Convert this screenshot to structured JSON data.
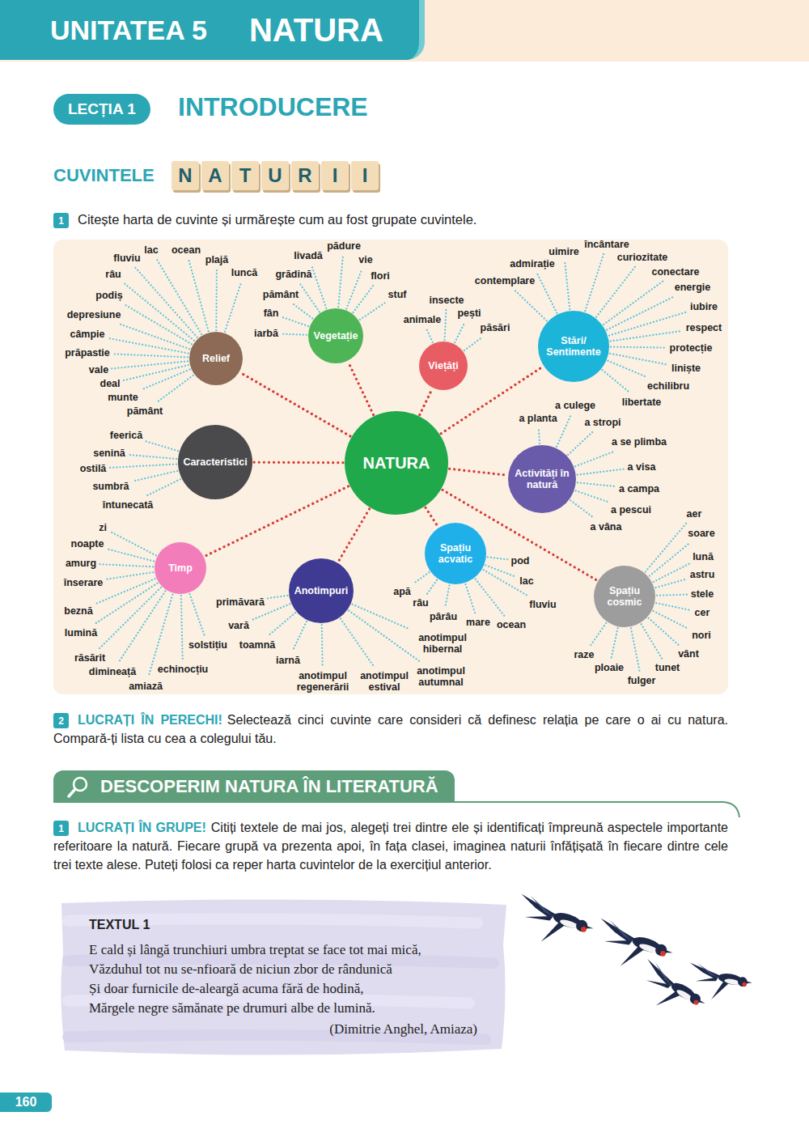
{
  "diagram": {
    "nodes": [
      {
        "text": [
          "UNITATEA 5",
          "NATURA"
        ]
      },
      {
        "text": [
          "LECȚIA 1"
        ]
      },
      {
        "text": [
          "N"
        ]
      },
      {
        "text": [
          "A"
        ]
      },
      {
        "text": [
          "T"
        ]
      },
      {
        "text": [
          "U"
        ]
      },
      {
        "text": [
          "R"
        ]
      },
      {
        "text": [
          "I"
        ]
      },
      {
        "text": [
          "I"
        ]
      },
      {
        "text": [
          "1"
        ]
      },
      {
        "text": [
          "Relief"
        ]
      },
      {
        "text": [
          "Vegetație"
        ]
      },
      {
        "text": [
          "Viețăți"
        ]
      },
      {
        "text": [
          "Stări/ Sentimente"
        ]
      },
      {
        "text": [
          "Caracteristici"
        ]
      },
      {
        "text": [
          "NATURA"
        ]
      },
      {
        "text": [
          "Activități în natură"
        ]
      },
      {
        "text": [
          "Timp"
        ]
      },
      {
        "text": [
          "Anotimpuri"
        ]
      },
      {
        "text": [
          "Spațiu acvatic"
        ]
      },
      {
        "text": [
          "Spațiu cosmic"
        ]
      },
      {
        "text": [
          "2"
        ]
      },
      {
        "text": [
          "DESCOPERIM NATURA ÎN LITERATURĂ"
        ]
      },
      {
        "text": [
          "1"
        ]
      },
      {
        "text": [
          "TEXTUL 1",
          "E cald și lângă trunchiuri umbra treptat se face tot mai mică,",
          "Văzduhul tot nu se-nfioară de niciun zbor de rândunică",
          "Și doar furnicile de-aleargă acuma fără de hodină,",
          "Mărgele negre sămănate pe drumuri albe de lumină.",
          "(Dimitrie Anghel, Amiaza)"
        ]
      },
      {
        "text": [
          "160"
        ]
      }
    ],
    "edges": [
      {
        "from": 15,
        "to": 10,
        "arrow": "none"
      },
      {
        "from": 15,
        "to": 11,
        "arrow": "none"
      },
      {
        "from": 15,
        "to": 12,
        "arrow": "none"
      },
      {
        "from": 15,
        "to": 13,
        "arrow": "none"
      },
      {
        "from": 15,
        "to": 14,
        "arrow": "none"
      },
      {
        "from": 15,
        "to": 16,
        "arrow": "none"
      },
      {
        "from": 15,
        "to": 17,
        "arrow": "none"
      },
      {
        "from": 15,
        "to": 18,
        "arrow": "none"
      },
      {
        "from": 15,
        "to": 19,
        "arrow": "none"
      },
      {
        "from": 15,
        "to": 20,
        "arrow": "none"
      }
    ],
    "labels": [
      "INTRODUCERE",
      "CUVINTELE",
      "Citește harta de cuvinte și urmărește cum au fost grupate cuvintele.",
      "fluviu",
      "lac",
      "ocean",
      "plajă",
      "luncă",
      "râu",
      "podiș",
      "depresiune",
      "câmpie",
      "prăpastie",
      "vale",
      "deal",
      "munte",
      "pământ",
      "pădure",
      "livadă",
      "vie",
      "grădină",
      "flori",
      "pământ",
      "stuf",
      "fân",
      "iarbă",
      "insecte",
      "animale",
      "pești",
      "păsări",
      "uimire",
      "încântare",
      "admirație",
      "curiozitate",
      "contemplare",
      "conectare",
      "energie",
      "iubire",
      "respect",
      "protecție",
      "liniște",
      "echilibru",
      "libertate",
      "feerică",
      "senină",
      "ostilă",
      "sumbră",
      "întunecată",
      "a culege",
      "a planta",
      "a stropi",
      "a se plimba",
      "a visa",
      "a campa",
      "a pescui",
      "a vâna",
      "zi",
      "noapte",
      "amurg",
      "înserare",
      "beznă",
      "lumină",
      "răsărit",
      "dimineață",
      "amiază",
      "echinocțiu",
      "solstițiu",
      "primăvară",
      "vară",
      "toamnă",
      "iarnă",
      "anotimpul regenerării",
      "anotimpul estival",
      "anotimpul autumnal",
      "anotimpul hibernal",
      "pod",
      "lac",
      "fluviu",
      "ocean",
      "mare",
      "pârâu",
      "râu",
      "apă",
      "aer",
      "soare",
      "lună",
      "astru",
      "stele",
      "cer",
      "nori",
      "vânt",
      "tunet",
      "fulger",
      "ploaie",
      "raze",
      "LUCRAȚI ÎN PERECHI!",
      "Selectează cinci cuvinte care consideri că definesc relația pe care o ai cu natura. Compară-ți lista cu cea a colegului tău.",
      "LUCRAȚI ÎN GRUPE!",
      "Citiți textele de mai jos, alegeți trei dintre ele și identificați împreună aspectele importante referitoare la natură. Fiecare grupă va prezenta apoi, în fața clasei, imaginea naturii înfățișată în fiecare dintre cele trei texte alese. Puteți folosi ca reper harta cuvintelor de la exercițiul anterior."
    ]
  }
}
